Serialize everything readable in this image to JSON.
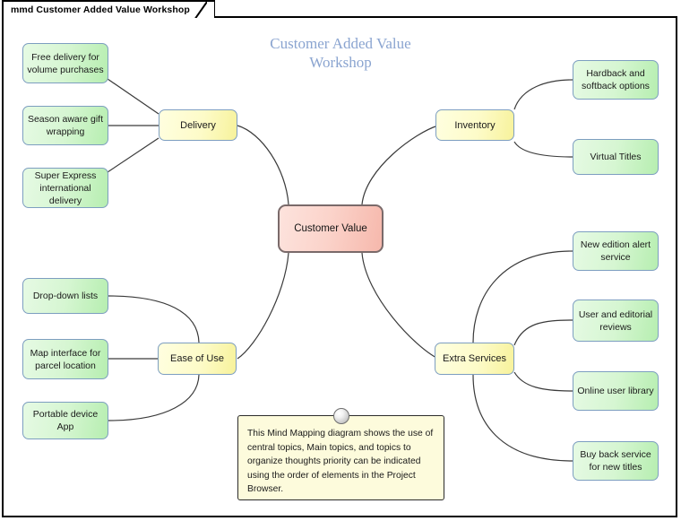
{
  "window": {
    "tab_label": "mmd Customer Added Value Workshop"
  },
  "diagram": {
    "title_line1": "Customer Added Value",
    "title_line2": "Workshop",
    "central_topic": "Customer Value",
    "branches": [
      {
        "label": "Delivery",
        "topics": [
          "Free delivery for volume purchases",
          "Season aware gift wrapping",
          "Super Express international delivery"
        ]
      },
      {
        "label": "Inventory",
        "topics": [
          "Hardback and softback options",
          "Virtual Titles"
        ]
      },
      {
        "label": "Ease of Use",
        "topics": [
          "Drop-down lists",
          "Map interface for parcel location",
          "Portable device App"
        ]
      },
      {
        "label": "Extra Services",
        "topics": [
          "New edition alert service",
          "User and editorial reviews",
          "Online user library",
          "Buy back service for new titles"
        ]
      }
    ],
    "note": "This Mind Mapping diagram shows the use of central topics, Main topics, and topics to organize thoughts priority can be indicated using the order of elements in the Project Browser."
  },
  "colors": {
    "title": "#8aa4d0",
    "central_fill": "#fbd3ca",
    "main_fill": "#fdfbc8",
    "topic_fill": "#d6f6d2",
    "node_border": "#7d9ec0",
    "connector": "#3a3a3a",
    "note_fill": "#fdfbdc",
    "frame_border": "#000000"
  }
}
